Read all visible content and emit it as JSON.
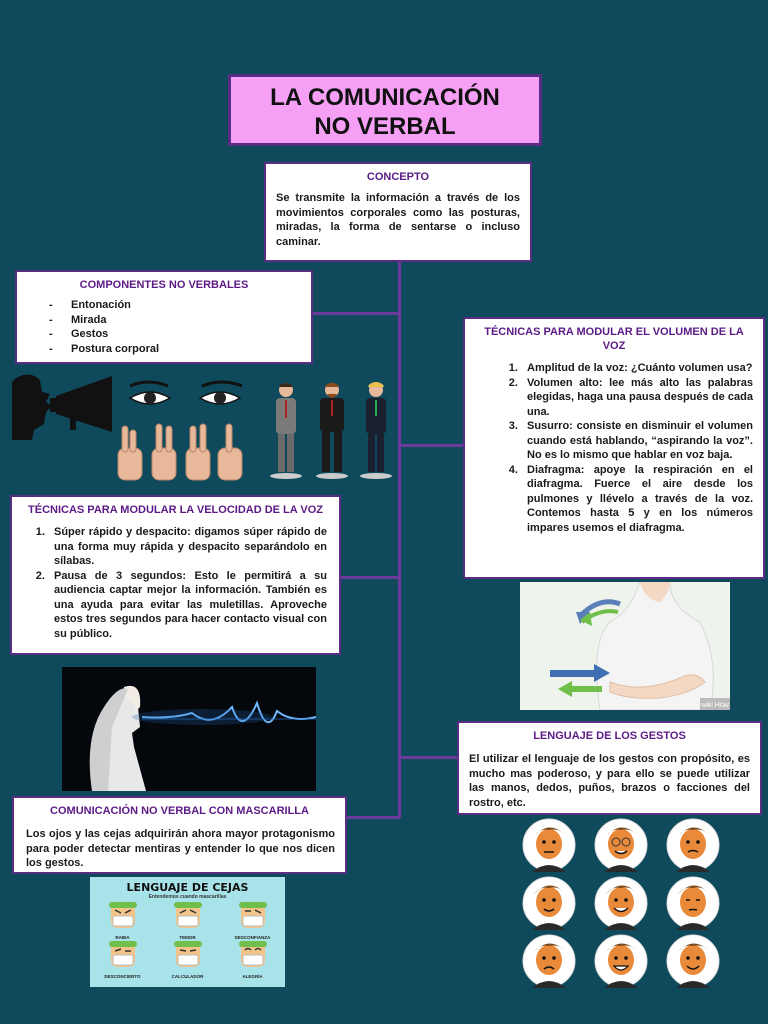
{
  "title": {
    "line1": "LA COMUNICACIÓN",
    "line2": "NO VERBAL"
  },
  "concepto": {
    "heading": "CONCEPTO",
    "text": "Se transmite la información a través de los movimientos corporales como las posturas, miradas, la forma de sentarse o incluso caminar."
  },
  "componentes": {
    "heading": "COMPONENTES NO VERBALES",
    "items": [
      "Entonación",
      "Mirada",
      "Gestos",
      "Postura corporal"
    ]
  },
  "volumen": {
    "heading": "TÉCNICAS PARA MODULAR EL VOLUMEN DE LA VOZ",
    "items": [
      "Amplitud de la voz: ¿Cuánto volumen usa?",
      "Volumen alto: lee más alto las palabras elegidas, haga una pausa después de cada una.",
      "Susurro: consiste en disminuir el volumen cuando está hablando, “aspirando la voz”. No es lo mismo que hablar en voz baja.",
      "Diafragma: apoye la respiración en el diafragma. Fuerce el aire desde los pulmones y llévelo a través de la voz. Contemos hasta 5 y en los números impares usemos el diafragma."
    ]
  },
  "velocidad": {
    "heading": "TÉCNICAS PARA MODULAR LA VELOCIDAD DE LA VOZ",
    "items": [
      "Súper rápido y despacito: digamos súper rápido de una forma muy rápida y despacito separándolo en sílabas.",
      "Pausa de 3 segundos: Esto le permitirá a su audiencia captar mejor la información. También es una ayuda para evitar las muletillas. Aproveche estos tres segundos para hacer contacto visual con su público."
    ]
  },
  "gestos": {
    "heading": "LENGUAJE DE LOS GESTOS",
    "text": "El utilizar el lenguaje de los gestos con propósito, es mucho mas poderoso, y para ello se puede utilizar las manos, dedos, puños, brazos o facciones del rostro, etc."
  },
  "mascarilla": {
    "heading": "COMUNICACIÓN NO VERBAL CON MASCARILLA",
    "text": "Los ojos y las cejas adquirirán ahora mayor protagonismo para poder detectar mentiras y entender lo que nos dicen los gestos."
  },
  "cejas_image": {
    "title": "LENGUAJE DE CEJAS",
    "subtitle": "Entendemos cuando mascarillas",
    "labels": [
      "RABIA",
      "TEMOR",
      "DESCONFIANZA",
      "DESCONCIERTO",
      "CALCULADOR",
      "ALEGRÍA"
    ]
  },
  "diaphragm_image": {
    "watermark": "wiki How"
  },
  "colors": {
    "background": "#0f4a5c",
    "title_fill": "#f5a0f5",
    "border": "#5b2c86",
    "heading_text": "#5b1a86"
  }
}
